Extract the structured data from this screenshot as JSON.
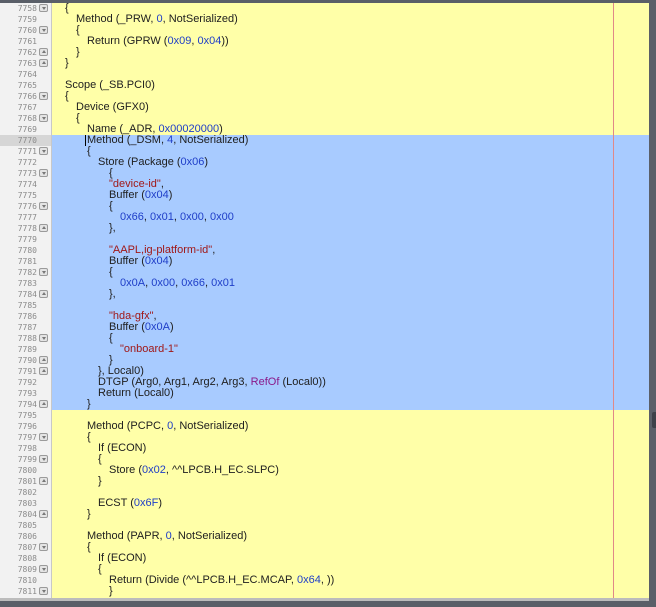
{
  "editor": {
    "lines": [
      {
        "n": "7758",
        "fold": "open",
        "indent": 0,
        "tokens": [
          [
            "{",
            "p"
          ]
        ]
      },
      {
        "n": "7759",
        "fold": "",
        "indent": 1,
        "tokens": [
          [
            "Method (_PRW, ",
            "p"
          ],
          [
            "0",
            "num"
          ],
          [
            ", NotSerialized)",
            "p"
          ]
        ]
      },
      {
        "n": "7760",
        "fold": "open",
        "indent": 1,
        "tokens": [
          [
            "{",
            "p"
          ]
        ]
      },
      {
        "n": "7761",
        "fold": "",
        "indent": 2,
        "tokens": [
          [
            "Return (GPRW (",
            "p"
          ],
          [
            "0x09",
            "num"
          ],
          [
            ", ",
            "p"
          ],
          [
            "0x04",
            "num"
          ],
          [
            "))",
            "p"
          ]
        ]
      },
      {
        "n": "7762",
        "fold": "close",
        "indent": 1,
        "tokens": [
          [
            "}",
            "p"
          ]
        ]
      },
      {
        "n": "7763",
        "fold": "close",
        "indent": 0,
        "tokens": [
          [
            "}",
            "p"
          ]
        ]
      },
      {
        "n": "7764",
        "fold": "",
        "indent": 0,
        "tokens": []
      },
      {
        "n": "7765",
        "fold": "",
        "indent": 0,
        "tokens": [
          [
            "Scope (_SB.PCI0)",
            "p"
          ]
        ]
      },
      {
        "n": "7766",
        "fold": "open",
        "indent": 0,
        "tokens": [
          [
            "{",
            "p"
          ]
        ]
      },
      {
        "n": "7767",
        "fold": "",
        "indent": 1,
        "tokens": [
          [
            "Device (GFX0)",
            "p"
          ]
        ]
      },
      {
        "n": "7768",
        "fold": "open",
        "indent": 1,
        "tokens": [
          [
            "{",
            "p"
          ]
        ]
      },
      {
        "n": "7769",
        "fold": "",
        "indent": 2,
        "tokens": [
          [
            "Name (_ADR, ",
            "p"
          ],
          [
            "0x00020000",
            "num"
          ],
          [
            ")",
            "p"
          ]
        ]
      },
      {
        "n": "7770",
        "fold": "",
        "indent": 2,
        "cur": true,
        "sel": true,
        "tokens": [
          [
            "Method (_DSM, ",
            "p"
          ],
          [
            "4",
            "num"
          ],
          [
            ", NotSerialized)",
            "p"
          ]
        ]
      },
      {
        "n": "7771",
        "fold": "open",
        "indent": 2,
        "sel": true,
        "tokens": [
          [
            "{",
            "p"
          ]
        ]
      },
      {
        "n": "7772",
        "fold": "",
        "indent": 3,
        "sel": true,
        "tokens": [
          [
            "Store (Package (",
            "p"
          ],
          [
            "0x06",
            "num"
          ],
          [
            ")",
            "p"
          ]
        ]
      },
      {
        "n": "7773",
        "fold": "open",
        "indent": 4,
        "sel": true,
        "tokens": [
          [
            "{",
            "p"
          ]
        ]
      },
      {
        "n": "7774",
        "fold": "",
        "indent": 4,
        "sel": true,
        "tokens": [
          [
            "\"device-id\"",
            "str"
          ],
          [
            ",",
            "p"
          ]
        ]
      },
      {
        "n": "7775",
        "fold": "",
        "indent": 4,
        "sel": true,
        "tokens": [
          [
            "Buffer (",
            "p"
          ],
          [
            "0x04",
            "num"
          ],
          [
            ")",
            "p"
          ]
        ]
      },
      {
        "n": "7776",
        "fold": "open",
        "indent": 4,
        "sel": true,
        "tokens": [
          [
            "{",
            "p"
          ]
        ]
      },
      {
        "n": "7777",
        "fold": "",
        "indent": 5,
        "sel": true,
        "tokens": [
          [
            "0x66",
            "num"
          ],
          [
            ", ",
            "p"
          ],
          [
            "0x01",
            "num"
          ],
          [
            ", ",
            "p"
          ],
          [
            "0x00",
            "num"
          ],
          [
            ", ",
            "p"
          ],
          [
            "0x00",
            "num"
          ]
        ]
      },
      {
        "n": "7778",
        "fold": "close",
        "indent": 4,
        "sel": true,
        "tokens": [
          [
            "},",
            "p"
          ]
        ]
      },
      {
        "n": "7779",
        "fold": "",
        "indent": 4,
        "sel": true,
        "tokens": []
      },
      {
        "n": "7780",
        "fold": "",
        "indent": 4,
        "sel": true,
        "tokens": [
          [
            "\"AAPL,ig-platform-id\"",
            "str"
          ],
          [
            ",",
            "p"
          ]
        ]
      },
      {
        "n": "7781",
        "fold": "",
        "indent": 4,
        "sel": true,
        "tokens": [
          [
            "Buffer (",
            "p"
          ],
          [
            "0x04",
            "num"
          ],
          [
            ")",
            "p"
          ]
        ]
      },
      {
        "n": "7782",
        "fold": "open",
        "indent": 4,
        "sel": true,
        "tokens": [
          [
            "{",
            "p"
          ]
        ]
      },
      {
        "n": "7783",
        "fold": "",
        "indent": 5,
        "sel": true,
        "tokens": [
          [
            "0x0A",
            "num"
          ],
          [
            ", ",
            "p"
          ],
          [
            "0x00",
            "num"
          ],
          [
            ", ",
            "p"
          ],
          [
            "0x66",
            "num"
          ],
          [
            ", ",
            "p"
          ],
          [
            "0x01",
            "num"
          ]
        ]
      },
      {
        "n": "7784",
        "fold": "close",
        "indent": 4,
        "sel": true,
        "tokens": [
          [
            "},",
            "p"
          ]
        ]
      },
      {
        "n": "7785",
        "fold": "",
        "indent": 4,
        "sel": true,
        "tokens": []
      },
      {
        "n": "7786",
        "fold": "",
        "indent": 4,
        "sel": true,
        "tokens": [
          [
            "\"hda-gfx\"",
            "str"
          ],
          [
            ",",
            "p"
          ]
        ]
      },
      {
        "n": "7787",
        "fold": "",
        "indent": 4,
        "sel": true,
        "tokens": [
          [
            "Buffer (",
            "p"
          ],
          [
            "0x0A",
            "num"
          ],
          [
            ")",
            "p"
          ]
        ]
      },
      {
        "n": "7788",
        "fold": "open",
        "indent": 4,
        "sel": true,
        "tokens": [
          [
            "{",
            "p"
          ]
        ]
      },
      {
        "n": "7789",
        "fold": "",
        "indent": 5,
        "sel": true,
        "tokens": [
          [
            "\"onboard-1\"",
            "str"
          ]
        ]
      },
      {
        "n": "7790",
        "fold": "close",
        "indent": 4,
        "sel": true,
        "tokens": [
          [
            "}",
            "p"
          ]
        ]
      },
      {
        "n": "7791",
        "fold": "close",
        "indent": 3,
        "sel": true,
        "tokens": [
          [
            "}, Local0)",
            "p"
          ]
        ]
      },
      {
        "n": "7792",
        "fold": "",
        "indent": 3,
        "sel": true,
        "tokens": [
          [
            "DTGP (Arg0, Arg1, Arg2, Arg3, ",
            "p"
          ],
          [
            "RefOf",
            "fn"
          ],
          [
            " (Local0))",
            "p"
          ]
        ]
      },
      {
        "n": "7793",
        "fold": "",
        "indent": 3,
        "sel": true,
        "tokens": [
          [
            "Return (Local0)",
            "p"
          ]
        ]
      },
      {
        "n": "7794",
        "fold": "close",
        "indent": 2,
        "sel": true,
        "tokens": [
          [
            "}",
            "p"
          ]
        ]
      },
      {
        "n": "7795",
        "fold": "",
        "indent": 0,
        "tokens": []
      },
      {
        "n": "7796",
        "fold": "",
        "indent": 2,
        "tokens": [
          [
            "Method (PCPC, ",
            "p"
          ],
          [
            "0",
            "num"
          ],
          [
            ", NotSerialized)",
            "p"
          ]
        ]
      },
      {
        "n": "7797",
        "fold": "open",
        "indent": 2,
        "tokens": [
          [
            "{",
            "p"
          ]
        ]
      },
      {
        "n": "7798",
        "fold": "",
        "indent": 3,
        "tokens": [
          [
            "If (ECON)",
            "p"
          ]
        ]
      },
      {
        "n": "7799",
        "fold": "open",
        "indent": 3,
        "tokens": [
          [
            "{",
            "p"
          ]
        ]
      },
      {
        "n": "7800",
        "fold": "",
        "indent": 4,
        "tokens": [
          [
            "Store (",
            "p"
          ],
          [
            "0x02",
            "num"
          ],
          [
            ", ^^LPCB.H_EC.SLPC)",
            "p"
          ]
        ]
      },
      {
        "n": "7801",
        "fold": "close",
        "indent": 3,
        "tokens": [
          [
            "}",
            "p"
          ]
        ]
      },
      {
        "n": "7802",
        "fold": "",
        "indent": 0,
        "tokens": []
      },
      {
        "n": "7803",
        "fold": "",
        "indent": 3,
        "tokens": [
          [
            "ECST (",
            "p"
          ],
          [
            "0x6F",
            "num"
          ],
          [
            ")",
            "p"
          ]
        ]
      },
      {
        "n": "7804",
        "fold": "close",
        "indent": 2,
        "tokens": [
          [
            "}",
            "p"
          ]
        ]
      },
      {
        "n": "7805",
        "fold": "",
        "indent": 0,
        "tokens": []
      },
      {
        "n": "7806",
        "fold": "",
        "indent": 2,
        "tokens": [
          [
            "Method (PAPR, ",
            "p"
          ],
          [
            "0",
            "num"
          ],
          [
            ", NotSerialized)",
            "p"
          ]
        ]
      },
      {
        "n": "7807",
        "fold": "open",
        "indent": 2,
        "tokens": [
          [
            "{",
            "p"
          ]
        ]
      },
      {
        "n": "7808",
        "fold": "",
        "indent": 3,
        "tokens": [
          [
            "If (ECON)",
            "p"
          ]
        ]
      },
      {
        "n": "7809",
        "fold": "open",
        "indent": 3,
        "tokens": [
          [
            "{",
            "p"
          ]
        ]
      },
      {
        "n": "7810",
        "fold": "",
        "indent": 4,
        "tokens": [
          [
            "Return (Divide (^^LPCB.H_EC.MCAP, ",
            "p"
          ],
          [
            "0x64",
            "num"
          ],
          [
            ", ))",
            "p"
          ]
        ]
      },
      {
        "n": "7811",
        "fold": "open",
        "indent": 4,
        "tokens": [
          [
            "}",
            "p"
          ]
        ]
      }
    ]
  }
}
